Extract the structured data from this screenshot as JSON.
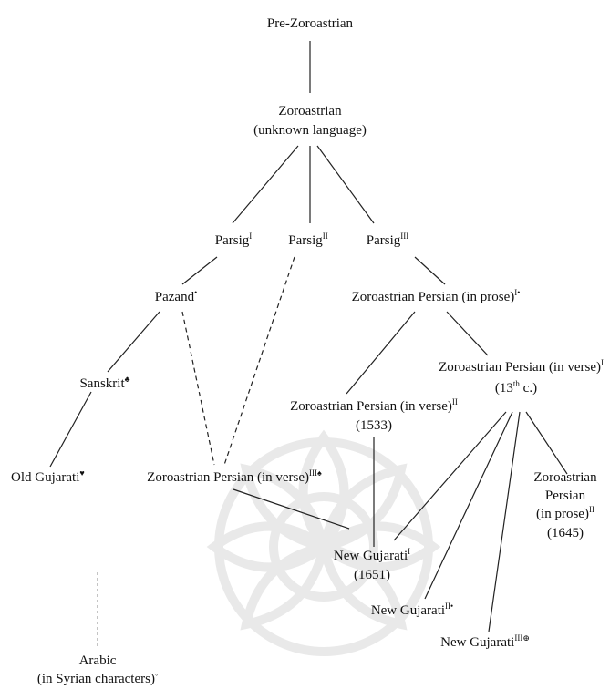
{
  "nodes": {
    "pre_zoroastrian": {
      "lines": [
        "Pre-Zoroastrian"
      ]
    },
    "zoroastrian": {
      "lines": [
        "Zoroastrian",
        "(unknown language)"
      ]
    },
    "parsig_1": {
      "label": "Parsig",
      "sup": "I"
    },
    "parsig_2": {
      "label": "Parsig",
      "sup": "II"
    },
    "parsig_3": {
      "label": "Parsig",
      "sup": "III"
    },
    "pazand": {
      "label": "Pazand",
      "sup": "•"
    },
    "zp_prose_1": {
      "label": "Zoroastrian Persian (in prose)",
      "sup": "I•"
    },
    "sanskrit": {
      "label": "Sanskrit",
      "sup": "♣"
    },
    "zp_verse_1": {
      "label": "Zoroastrian Persian (in verse)",
      "sup": "I",
      "line2": "(13",
      "line2_sup": "th",
      "line2_end": " c.)"
    },
    "zp_verse_2": {
      "label": "Zoroastrian Persian (in verse)",
      "sup": "II",
      "line2": "(1533)"
    },
    "old_gujarati": {
      "label": "Old Gujarati",
      "sup": "♥"
    },
    "zp_verse_3": {
      "label": "Zoroastrian Persian (in verse)",
      "sup": "III♠"
    },
    "zp_prose_2": {
      "line1": "Zoroastrian",
      "line2": "Persian",
      "line3": "(in prose)",
      "sup": "II",
      "line4": "(1645)"
    },
    "new_gujarati_1": {
      "label": "New Gujarati",
      "sup": "I",
      "line2": "(1651)"
    },
    "new_gujarati_2": {
      "label": "New Gujarati",
      "sup": "II•"
    },
    "new_gujarati_3": {
      "label": "New Gujarati",
      "sup": "III⊕"
    },
    "arabic": {
      "lines": [
        "Arabic",
        "(in Syrian characters)"
      ],
      "sup": "◦"
    }
  }
}
